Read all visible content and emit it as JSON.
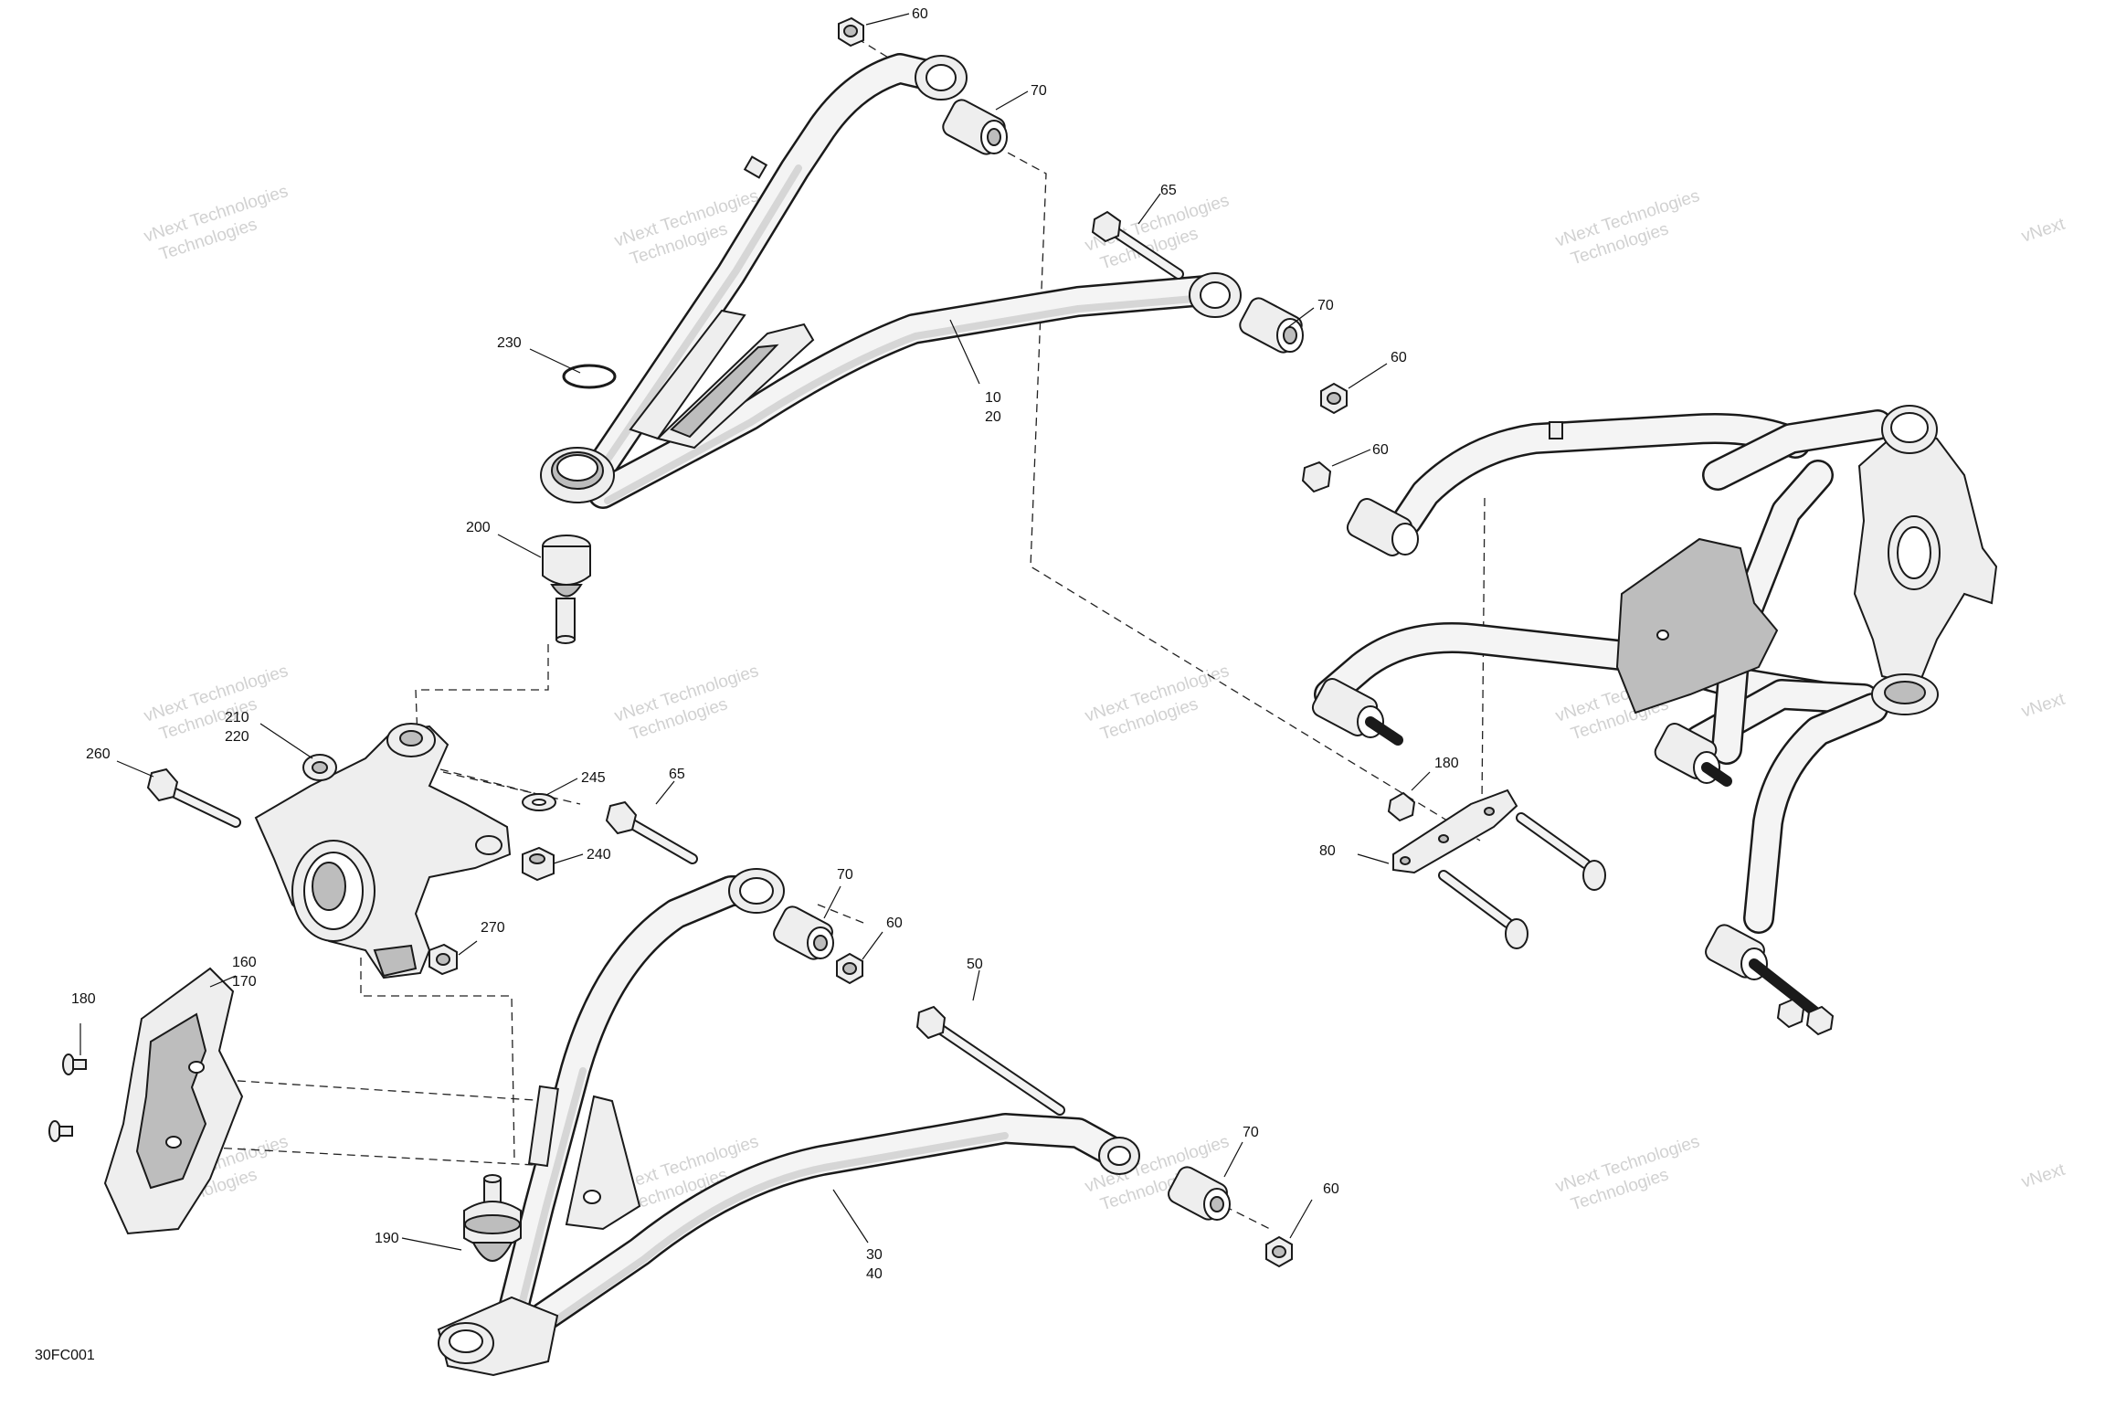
{
  "diagram_code": "30FC001",
  "watermark": {
    "line1": "vNext Technologies",
    "line2": "Technologies",
    "line3": "vNext"
  },
  "callouts": {
    "c60_top": "60",
    "c70_top": "70",
    "c65_top": "65",
    "c70_upper_right": "70",
    "c60_upper_right": "60",
    "c230": "230",
    "c10_20": [
      "10",
      "20"
    ],
    "c200": "200",
    "c60_assembly": "60",
    "c210_220": [
      "210",
      "220"
    ],
    "c260": "260",
    "c245": "245",
    "c240": "240",
    "c65_mid": "65",
    "c70_mid": "70",
    "c60_mid": "60",
    "c270": "270",
    "c160_170": [
      "160",
      "170"
    ],
    "c180_left": "180",
    "c180_right": "180",
    "c80": "80",
    "c50": "50",
    "c70_low": "70",
    "c60_low": "60",
    "c30_40": [
      "30",
      "40"
    ],
    "c190": "190"
  },
  "colors": {
    "line": "#1a1a1a",
    "fill": "#eeeeee",
    "shade": "#bdbdbd",
    "watermark": "#c9c9c9"
  }
}
